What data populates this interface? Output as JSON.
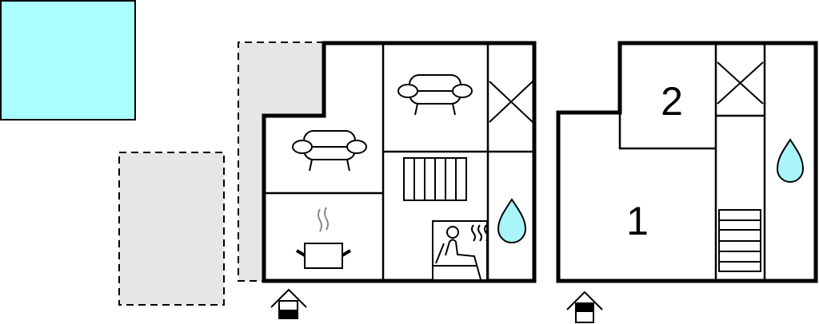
{
  "plan": {
    "rooms": {
      "room_1_label": "1",
      "room_2_label": "2"
    },
    "colors": {
      "pool": "#aaffff",
      "water": "#aaf5fa",
      "terrace": "#e6e6e6",
      "wall": "#000000",
      "steam": "#888888"
    },
    "icons": [
      "pool",
      "terrace",
      "sofa-icon",
      "sofa-icon",
      "cooking-pot-icon",
      "radiator-icon",
      "sauna-icon",
      "water-drop-icon",
      "void-cross-icon",
      "stairs-icon",
      "entrance-icon"
    ]
  }
}
